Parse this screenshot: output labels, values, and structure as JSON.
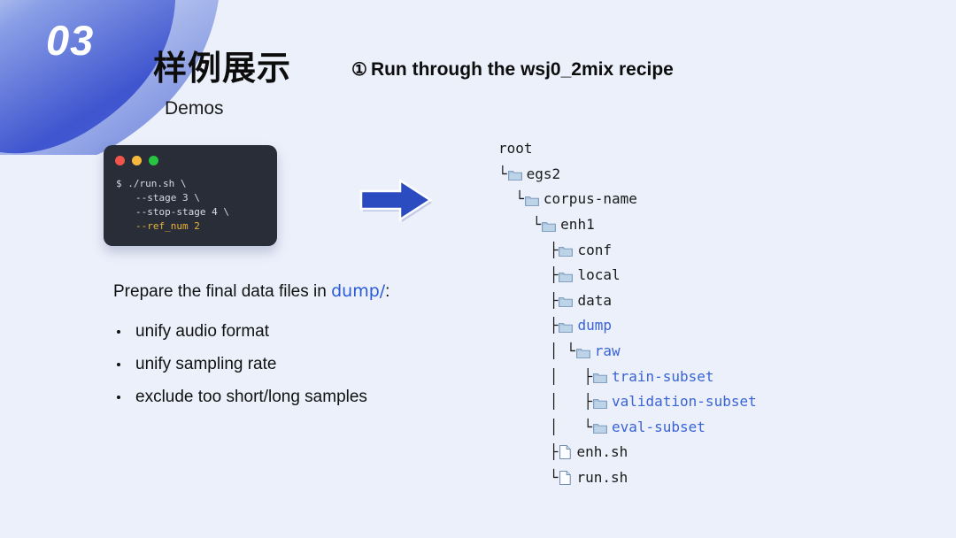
{
  "slide": {
    "background_color": "#ebf0fb",
    "section_number": "03",
    "title_cn": "样例展示",
    "title_en": "Demos",
    "step_marker": "①",
    "step_heading": "Run through the wsj0_2mix recipe",
    "accent_color": "#2a5bd7",
    "highlight_color": "#3a63d4"
  },
  "terminal": {
    "title_dots": [
      "red",
      "yellow",
      "green"
    ],
    "lines": [
      {
        "text": "$ ./run.sh \\",
        "indent": false,
        "accent": false
      },
      {
        "text": "--stage 3 \\",
        "indent": true,
        "accent": false
      },
      {
        "text": "--stop-stage 4 \\",
        "indent": true,
        "accent": false
      },
      {
        "text": "--ref_num 2",
        "indent": true,
        "accent": true
      }
    ],
    "background_color": "#292d38",
    "text_color": "#d8dbe2",
    "accent_text_color": "#e8b339"
  },
  "arrow": {
    "icon": "arrow-right-icon",
    "fill_color": "#2b4cc0"
  },
  "body": {
    "lead_prefix": "Prepare the final data files in ",
    "lead_code": "dump/",
    "lead_suffix": ":",
    "bullets": [
      "unify audio format",
      "unify sampling rate",
      "exclude too short/long samples"
    ]
  },
  "tree": {
    "rows": [
      {
        "connector": "",
        "icon": "none",
        "label": "root",
        "highlight": false
      },
      {
        "connector": "└",
        "icon": "folder",
        "label": "egs2",
        "highlight": false
      },
      {
        "connector": "  └",
        "icon": "folder",
        "label": "corpus-name",
        "highlight": false
      },
      {
        "connector": "    └",
        "icon": "folder",
        "label": "enh1",
        "highlight": false
      },
      {
        "connector": "      ├",
        "icon": "folder",
        "label": "conf",
        "highlight": false
      },
      {
        "connector": "      ├",
        "icon": "folder",
        "label": "local",
        "highlight": false
      },
      {
        "connector": "      ├",
        "icon": "folder",
        "label": "data",
        "highlight": false
      },
      {
        "connector": "      ├",
        "icon": "folder",
        "label": "dump",
        "highlight": true
      },
      {
        "connector": "      │ └",
        "icon": "folder",
        "label": "raw",
        "highlight": true
      },
      {
        "connector": "      │   ├",
        "icon": "folder",
        "label": "train-subset",
        "highlight": true
      },
      {
        "connector": "      │   ├",
        "icon": "folder",
        "label": "validation-subset",
        "highlight": true
      },
      {
        "connector": "      │   └",
        "icon": "folder",
        "label": "eval-subset",
        "highlight": true
      },
      {
        "connector": "      ├",
        "icon": "file",
        "label": "enh.sh",
        "highlight": false
      },
      {
        "connector": "      └",
        "icon": "file",
        "label": "run.sh",
        "highlight": false
      }
    ]
  }
}
